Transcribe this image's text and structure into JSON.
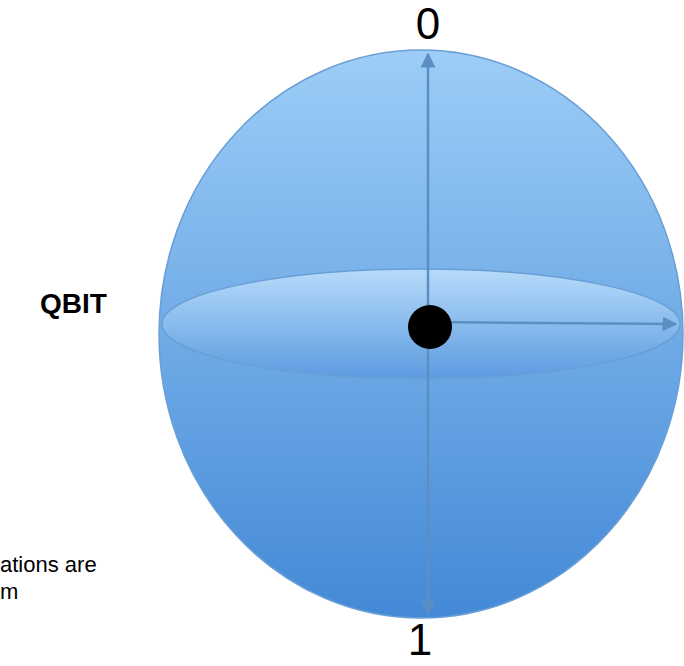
{
  "diagram": {
    "labels": [
      "0",
      "QBIT",
      "1",
      "ations are",
      "m"
    ]
  }
}
